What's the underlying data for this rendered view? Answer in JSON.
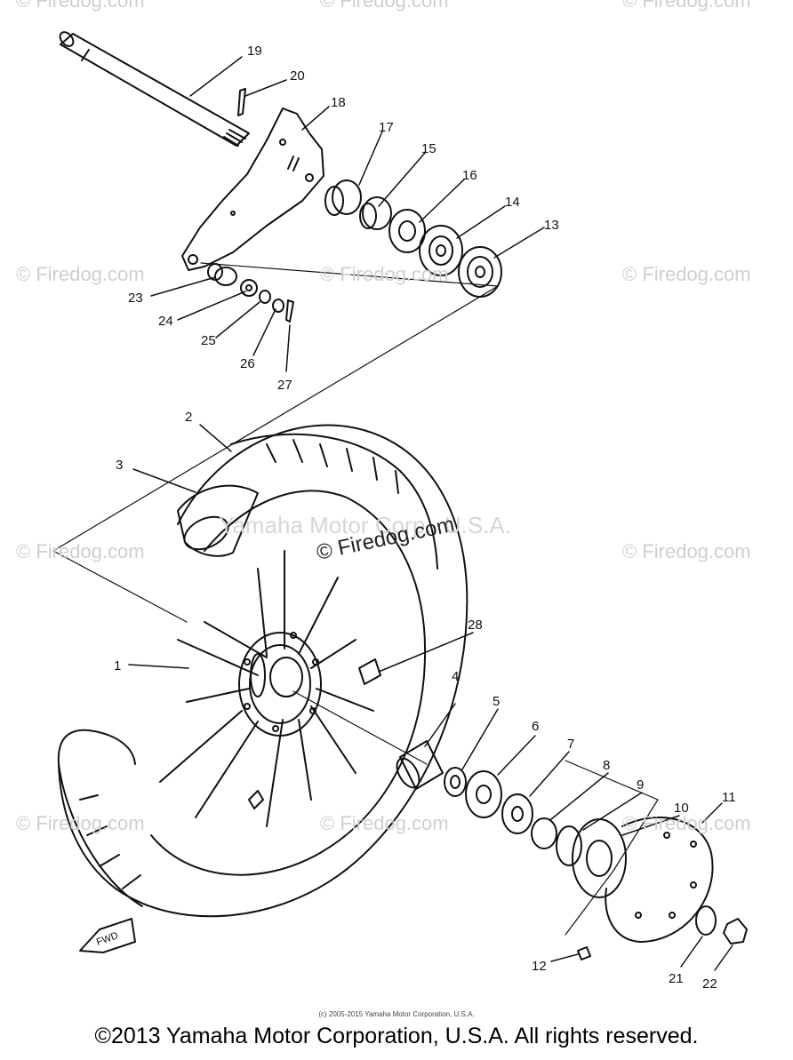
{
  "watermark_text": "© Firedog.com",
  "faint_watermark": "Yamaha Motor Corp., U.S.A.",
  "fwd_label": "FWD",
  "small_credit": "(c) 2005-2015 Yamaha Motor Corporation, U.S.A.",
  "copyright": "©2013 Yamaha Motor Corporation, U.S.A. All rights reserved.",
  "parts": [
    "1",
    "2",
    "3",
    "4",
    "5",
    "6",
    "7",
    "8",
    "9",
    "10",
    "11",
    "12",
    "13",
    "14",
    "15",
    "16",
    "17",
    "18",
    "19",
    "20",
    "21",
    "22",
    "23",
    "24",
    "25",
    "26",
    "27",
    "28"
  ]
}
